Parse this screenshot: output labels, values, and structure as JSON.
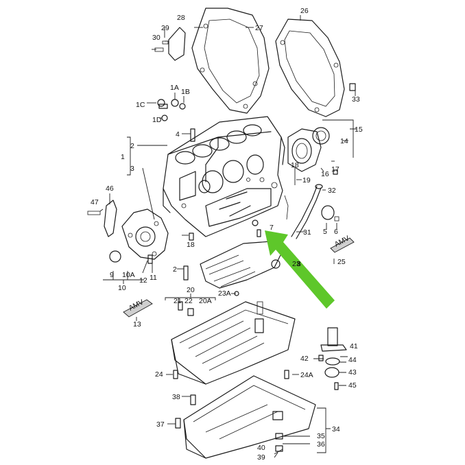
{
  "diagram": {
    "colors": {
      "line": "#1a1a1a",
      "arrow": "#5ec72a",
      "background": "#ffffff",
      "shading": "#cfcfcf"
    },
    "labels": [
      "1",
      "1A",
      "1B",
      "1C",
      "1D",
      "2",
      "3",
      "4",
      "5",
      "6",
      "7",
      "8",
      "9",
      "10",
      "10A",
      "11",
      "12",
      "13",
      "14",
      "15",
      "16",
      "17",
      "18",
      "19",
      "20",
      "20A",
      "21",
      "22",
      "23",
      "23A",
      "24",
      "24A",
      "25",
      "26",
      "27",
      "28",
      "29",
      "30",
      "31",
      "32",
      "33",
      "34",
      "35",
      "36",
      "37",
      "38",
      "39",
      "40",
      "41",
      "42",
      "43",
      "44",
      "45",
      "46",
      "47"
    ],
    "tube_text": "AMV"
  }
}
